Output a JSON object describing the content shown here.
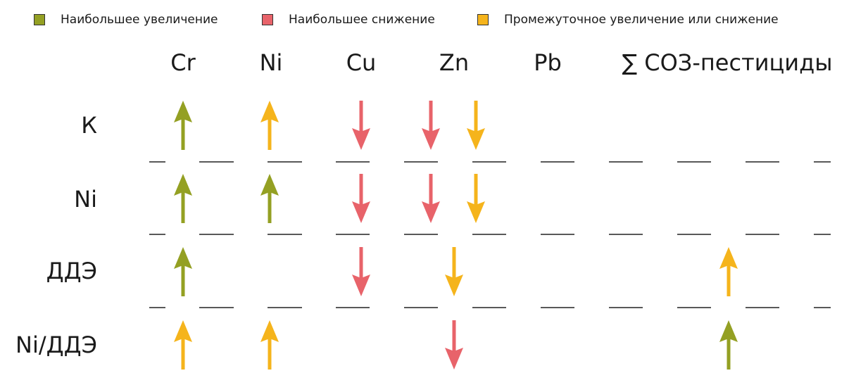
{
  "legend": [
    {
      "label": "Наибольшее увеличение",
      "color": "#94a023"
    },
    {
      "label": "Наибольшее снижение",
      "color": "#e8636a"
    },
    {
      "label": "Промежуточное увеличение или снижение",
      "color": "#f5b41c"
    }
  ],
  "columns": [
    "Cr",
    "Ni",
    "Cu",
    "Zn",
    "Pb",
    "∑ СОЗ-пестициды"
  ],
  "rows": [
    "К",
    "Ni",
    "ДДЭ",
    "Ni/ДДЭ"
  ],
  "arrows": [
    {
      "row": 0,
      "col": "Cr",
      "dir": "up",
      "type": "increase"
    },
    {
      "row": 0,
      "col": "Ni",
      "dir": "up",
      "type": "intermediate"
    },
    {
      "row": 0,
      "col": "Cu",
      "dir": "down",
      "type": "decrease"
    },
    {
      "row": 0,
      "col": "Zn",
      "dir": "down",
      "type": "decrease",
      "slot": "left"
    },
    {
      "row": 0,
      "col": "Zn",
      "dir": "down",
      "type": "intermediate",
      "slot": "right"
    },
    {
      "row": 1,
      "col": "Cr",
      "dir": "up",
      "type": "increase"
    },
    {
      "row": 1,
      "col": "Ni",
      "dir": "up",
      "type": "increase"
    },
    {
      "row": 1,
      "col": "Cu",
      "dir": "down",
      "type": "decrease"
    },
    {
      "row": 1,
      "col": "Zn",
      "dir": "down",
      "type": "decrease",
      "slot": "left"
    },
    {
      "row": 1,
      "col": "Zn",
      "dir": "down",
      "type": "intermediate",
      "slot": "right"
    },
    {
      "row": 2,
      "col": "Cr",
      "dir": "up",
      "type": "increase"
    },
    {
      "row": 2,
      "col": "Cu",
      "dir": "down",
      "type": "decrease"
    },
    {
      "row": 2,
      "col": "Zn",
      "dir": "down",
      "type": "intermediate"
    },
    {
      "row": 2,
      "col": "∑ СОЗ-пестициды",
      "dir": "up",
      "type": "intermediate"
    },
    {
      "row": 3,
      "col": "Cr",
      "dir": "up",
      "type": "intermediate"
    },
    {
      "row": 3,
      "col": "Ni",
      "dir": "up",
      "type": "intermediate"
    },
    {
      "row": 3,
      "col": "Zn",
      "dir": "down",
      "type": "decrease"
    },
    {
      "row": 3,
      "col": "∑ СОЗ-пестициды",
      "dir": "up",
      "type": "increase"
    }
  ],
  "colors": {
    "increase": "#94a023",
    "decrease": "#e8636a",
    "intermediate": "#f5b41c"
  }
}
